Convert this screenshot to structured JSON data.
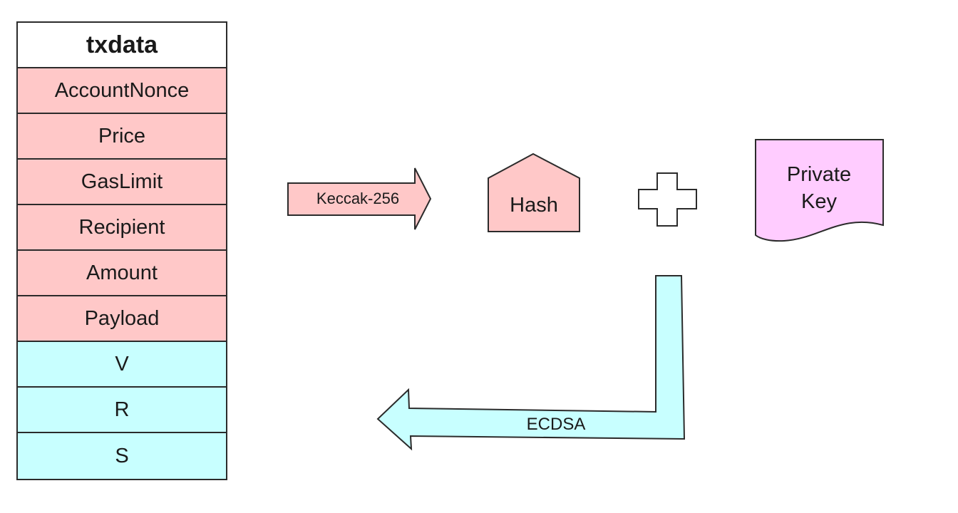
{
  "txdata": {
    "title": "txdata",
    "fields": [
      "AccountNonce",
      "Price",
      "GasLimit",
      "Recipient",
      "Amount",
      "Payload"
    ],
    "signature_fields": [
      "V",
      "R",
      "S"
    ]
  },
  "steps": {
    "keccak": "Keccak-256",
    "hash": "Hash",
    "private_key_line1": "Private",
    "private_key_line2": "Key",
    "ecdsa": "ECDSA"
  },
  "colors": {
    "field_fill": "#ffc8c8",
    "signature_fill": "#c8ffff",
    "private_key_fill": "#ffccff",
    "outline": "#2b2b2b"
  }
}
